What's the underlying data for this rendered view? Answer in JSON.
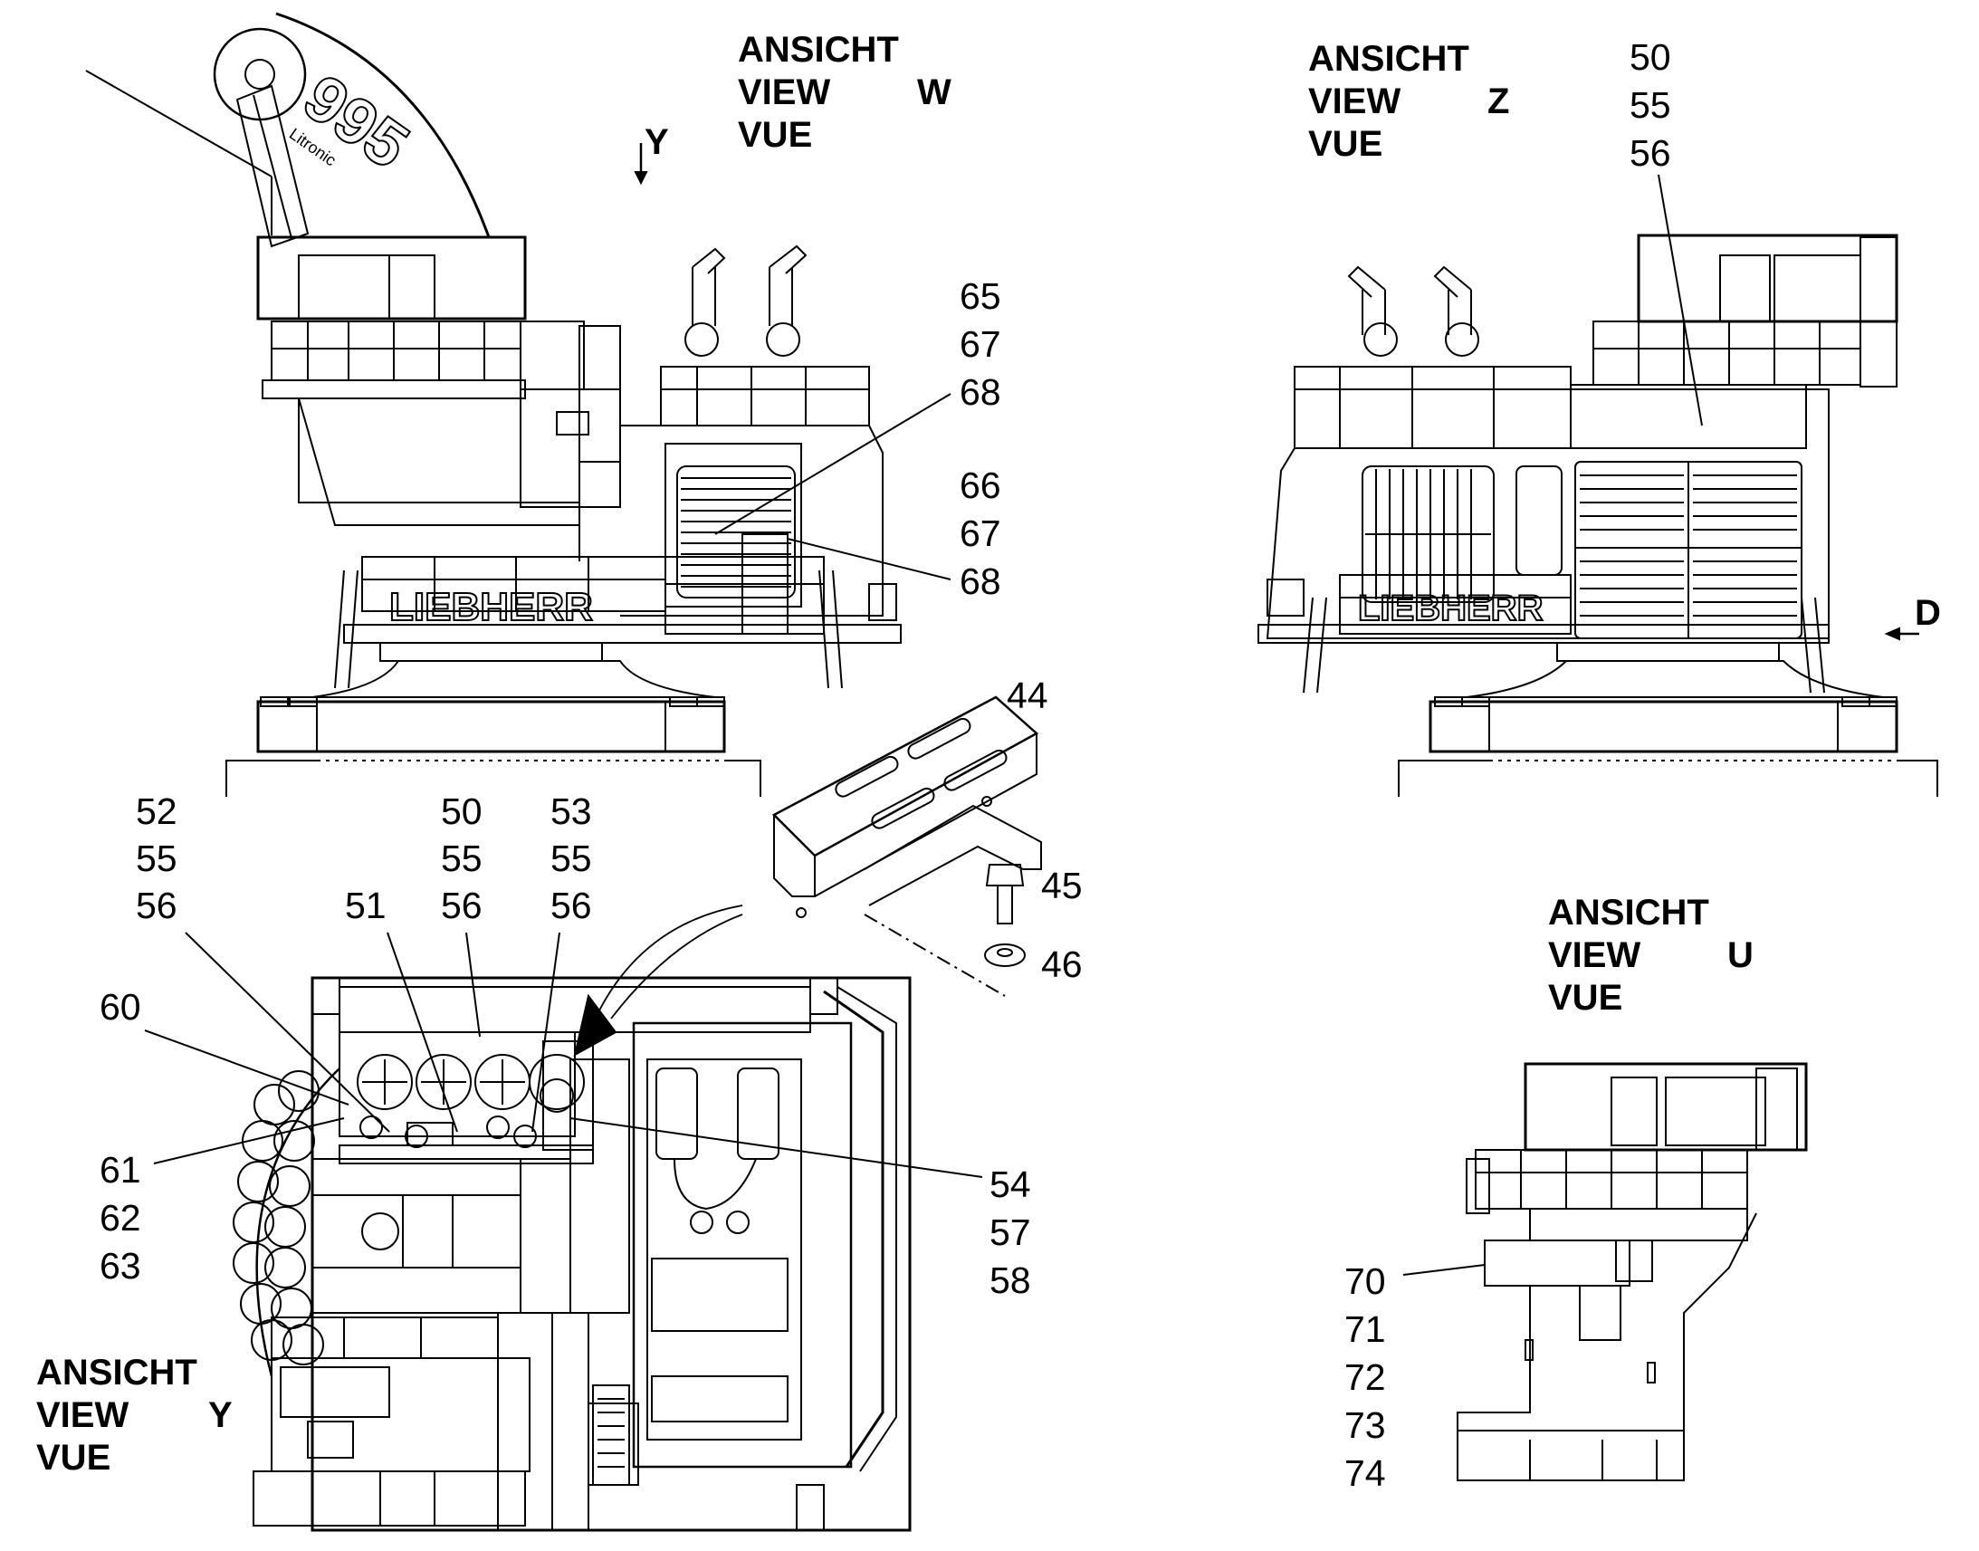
{
  "views": {
    "w": {
      "title": [
        "ANSICHT",
        "VIEW",
        "VUE"
      ],
      "letter": "W"
    },
    "z": {
      "title": [
        "ANSICHT",
        "VIEW",
        "VUE"
      ],
      "letter": "Z"
    },
    "u": {
      "title": [
        "ANSICHT",
        "VIEW",
        "VUE"
      ],
      "letter": "U"
    },
    "y": {
      "title": [
        "ANSICHT",
        "VIEW",
        "VUE"
      ],
      "letter": "Y"
    }
  },
  "arrows": {
    "y": "Y",
    "d": "D"
  },
  "brand": {
    "name": "LIEBHERR",
    "model": "995",
    "model_sub": "Litronic"
  },
  "part_groups": {
    "w_upper": [
      "65",
      "67",
      "68"
    ],
    "w_lower": [
      "66",
      "67",
      "68"
    ],
    "z_top": [
      "50",
      "55",
      "56"
    ],
    "bracket": "44",
    "bolt": "45",
    "washer": "46",
    "y_g52": [
      "52",
      "55",
      "56"
    ],
    "y_g50": [
      "50",
      "55",
      "56"
    ],
    "y_g53": [
      "53",
      "55",
      "56"
    ],
    "y_51": "51",
    "y_60": "60",
    "y_g61": [
      "61",
      "62",
      "63"
    ],
    "y_g54": [
      "54",
      "57",
      "58"
    ],
    "u_g70": [
      "70",
      "71",
      "72",
      "73",
      "74"
    ]
  },
  "colors": {
    "line": "#000000",
    "background": "#ffffff"
  }
}
